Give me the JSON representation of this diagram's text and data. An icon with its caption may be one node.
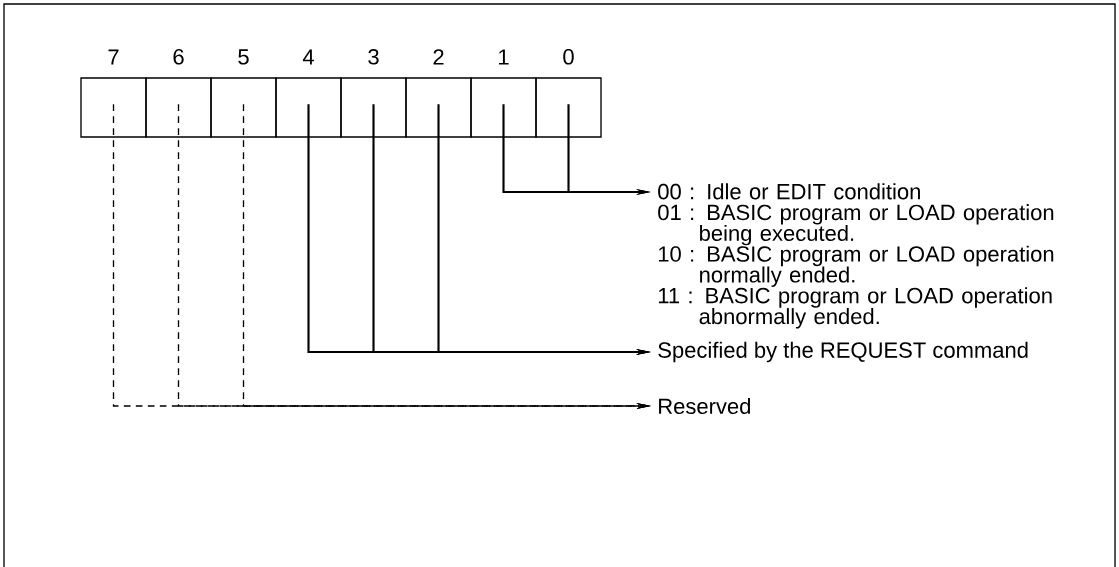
{
  "diagram": {
    "nodes": [
      {
        "text": [
          "7"
        ]
      },
      {
        "text": [
          "6"
        ]
      },
      {
        "text": [
          "5"
        ]
      },
      {
        "text": [
          "4"
        ]
      },
      {
        "text": [
          "3"
        ]
      },
      {
        "text": [
          "2"
        ]
      },
      {
        "text": [
          "1"
        ]
      },
      {
        "text": [
          "0"
        ]
      },
      {
        "text": [
          "00 : Idle or EDIT condition",
          "01 : BASIC program or LOAD operation being executed.",
          "10 : BASIC program or LOAD operation normally ended.",
          "11 : BASIC program or LOAD operation abnormally ended."
        ]
      },
      {
        "text": [
          "Specified by the REQUEST command"
        ]
      },
      {
        "text": [
          "Reserved"
        ]
      }
    ],
    "edges": [
      {
        "from": 6,
        "to": 8,
        "arrow": "to"
      },
      {
        "from": 7,
        "to": 8,
        "arrow": "to"
      },
      {
        "from": 3,
        "to": 9,
        "arrow": "to"
      },
      {
        "from": 4,
        "to": 9,
        "arrow": "to"
      },
      {
        "from": 5,
        "to": 9,
        "arrow": "to"
      },
      {
        "from": 0,
        "to": 10,
        "arrow": "to",
        "style": "dashed"
      },
      {
        "from": 1,
        "to": 10,
        "arrow": "to",
        "style": "dashed"
      },
      {
        "from": 2,
        "to": 10,
        "arrow": "to",
        "style": "dashed"
      }
    ]
  }
}
